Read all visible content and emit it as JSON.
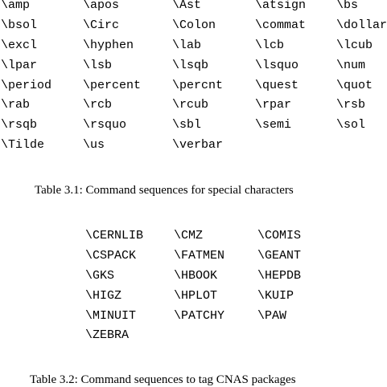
{
  "table1": {
    "rows": [
      [
        "\\amp",
        "\\apos",
        "\\Ast",
        "\\atsign",
        "\\bs"
      ],
      [
        "\\bsol",
        "\\Circ",
        "\\Colon",
        "\\commat",
        "\\dollar"
      ],
      [
        "\\excl",
        "\\hyphen",
        "\\lab",
        "\\lcb",
        "\\lcub"
      ],
      [
        "\\lpar",
        "\\lsb",
        "\\lsqb",
        "\\lsquo",
        "\\num"
      ],
      [
        "\\period",
        "\\percent",
        "\\percnt",
        "\\quest",
        "\\quot"
      ],
      [
        "\\rab",
        "\\rcb",
        "\\rcub",
        "\\rpar",
        "\\rsb"
      ],
      [
        "\\rsqb",
        "\\rsquo",
        "\\sbl",
        "\\semi",
        "\\sol"
      ],
      [
        "\\Tilde",
        "\\us",
        "\\verbar"
      ]
    ],
    "caption": "Table 3.1: Command sequences for special characters"
  },
  "table2": {
    "rows": [
      [
        "\\CERNLIB",
        "\\CMZ",
        "\\COMIS"
      ],
      [
        "\\CSPACK",
        "\\FATMEN",
        "\\GEANT"
      ],
      [
        "\\GKS",
        "\\HBOOK",
        "\\HEPDB"
      ],
      [
        "\\HIGZ",
        "\\HPLOT",
        "\\KUIP"
      ],
      [
        "\\MINUIT",
        "\\PATCHY",
        "\\PAW"
      ],
      [
        "\\ZEBRA"
      ]
    ],
    "caption": "Table 3.2: Command sequences to tag CNAS packages"
  }
}
